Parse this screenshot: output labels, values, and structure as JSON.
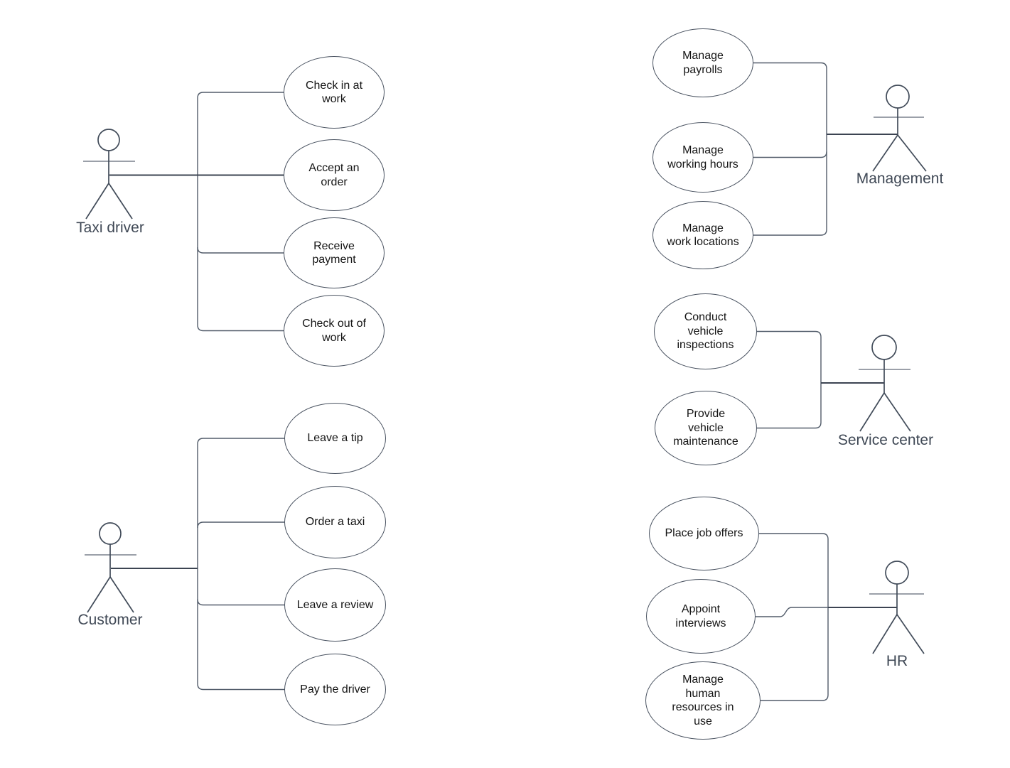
{
  "diagram": {
    "kind": "use-case-diagram",
    "background": "#ffffff",
    "line_color": "#4a5361",
    "actor_arm_color": "#8d939d",
    "usecase_text_color": "#141414",
    "actor_label_color": "#3f4855"
  },
  "groups": [
    {
      "actor": "Taxi driver",
      "usecases": [
        "Check in at\nwork",
        "Accept an\norder",
        "Receive\npayment",
        "Check out of\nwork"
      ]
    },
    {
      "actor": "Customer",
      "usecases": [
        "Leave a tip",
        "Order a taxi",
        "Leave a review",
        "Pay the driver"
      ]
    },
    {
      "actor": "Management",
      "usecases": [
        "Manage\npayrolls",
        "Manage\nworking hours",
        "Manage\nwork locations"
      ]
    },
    {
      "actor": "Service center",
      "usecases": [
        "Conduct\nvehicle\ninspections",
        "Provide\nvehicle\nmaintenance"
      ]
    },
    {
      "actor": "HR",
      "usecases": [
        "Place job offers",
        "Appoint\ninterviews",
        "Manage\nhuman\nresources in\nuse"
      ]
    }
  ]
}
